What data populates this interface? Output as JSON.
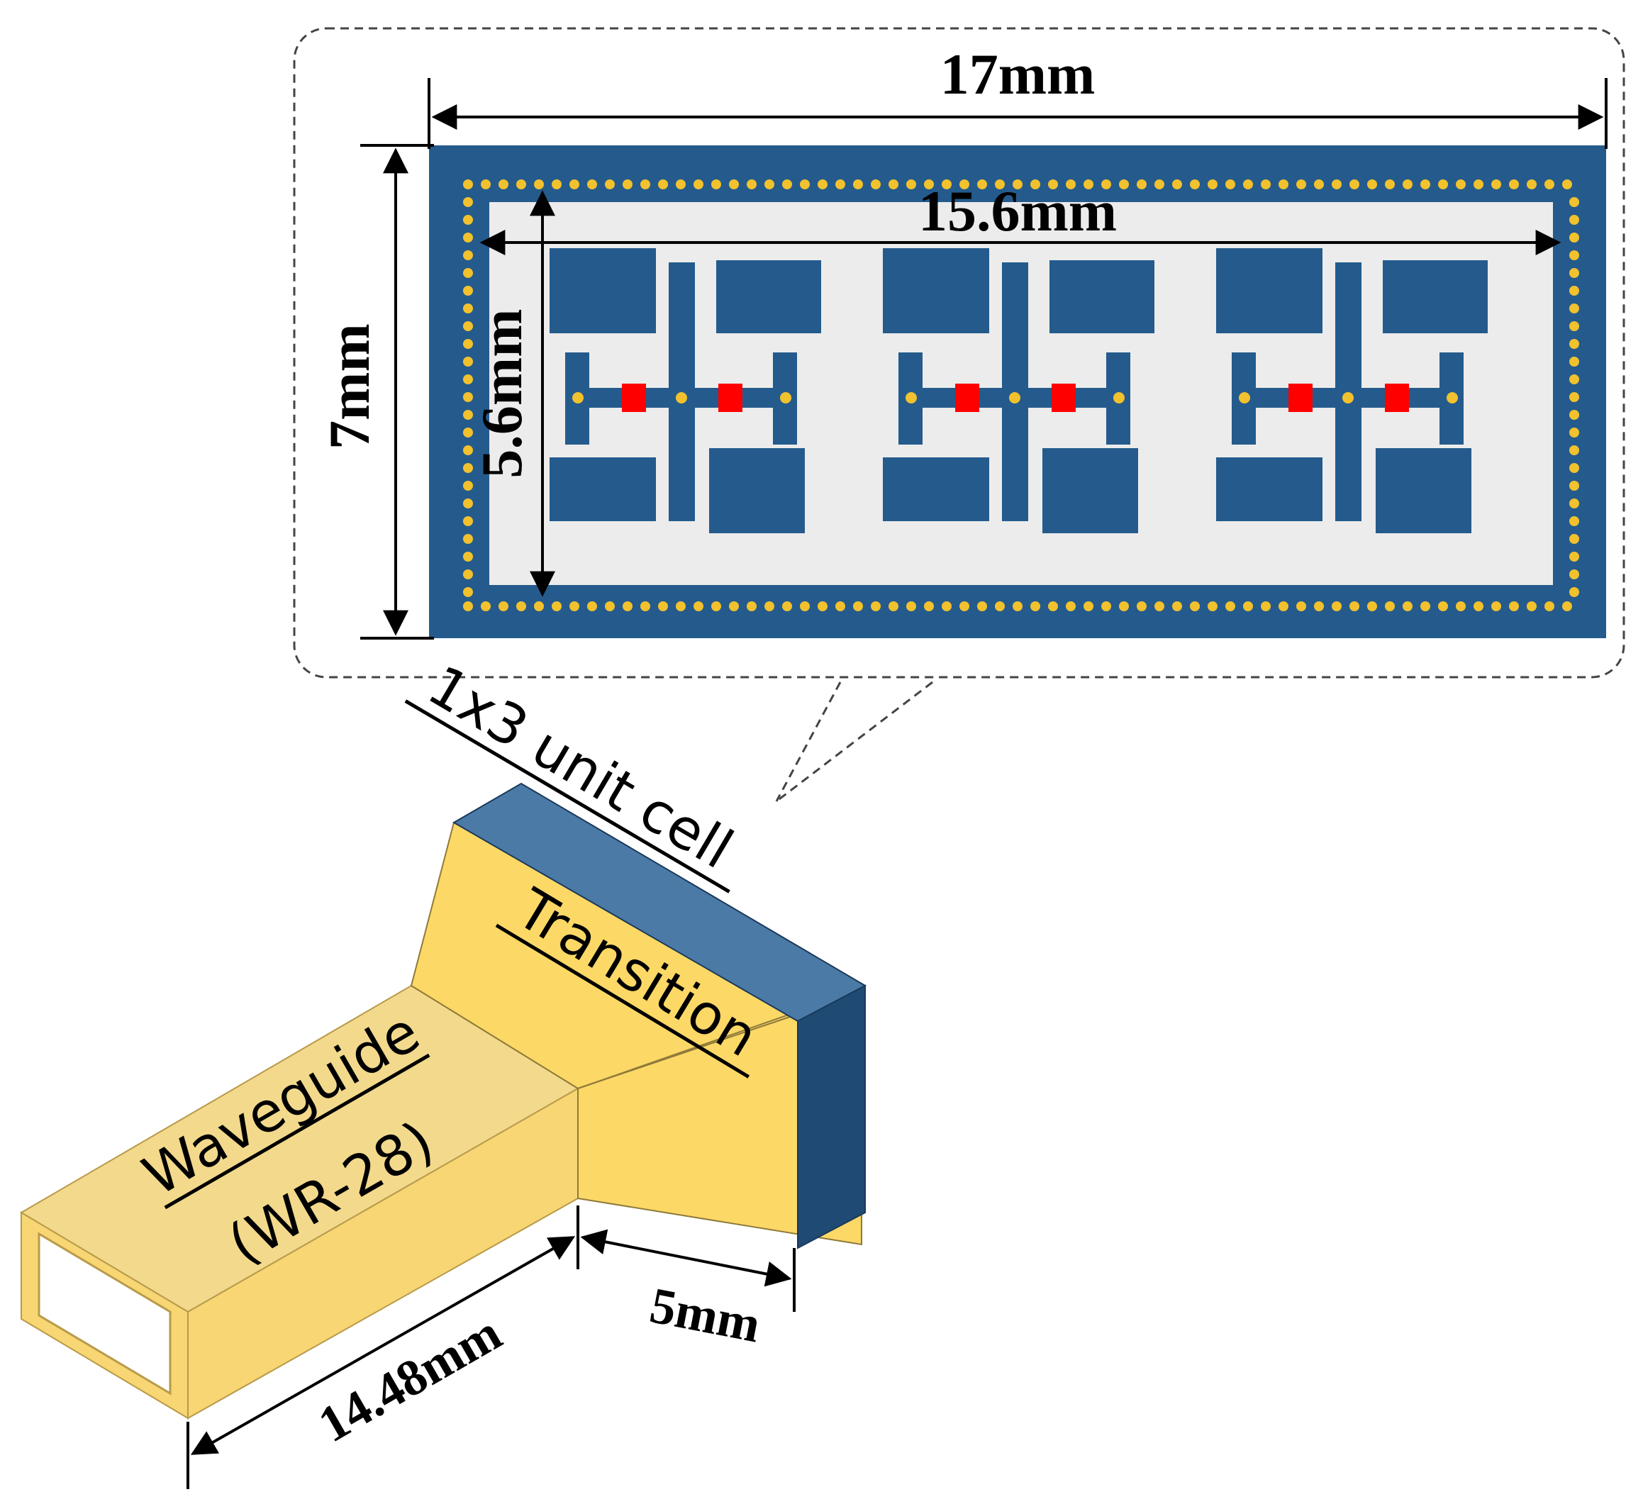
{
  "colors": {
    "substrate": "#245b8c",
    "inner_region": "#ececec",
    "via": "#f2c12e",
    "lumped_element": "#ff0000",
    "waveguide_top": "#f2d98c",
    "waveguide_side": "#f7d673",
    "transition_face": "#fcd866",
    "block_top": "#4b7aa6",
    "block_side": "#1f4a73"
  },
  "inset": {
    "dim_width_outer": "17mm",
    "dim_width_inner": "15.6mm",
    "dim_height_outer": "7mm",
    "dim_height_inner": "5.6mm"
  },
  "model": {
    "label_unit_cell": "1x3 unit cell",
    "label_transition": "Transition",
    "label_waveguide": "Waveguide",
    "label_waveguide_type": "(WR-28)",
    "dim_transition_length": "5mm",
    "dim_waveguide_length": "14.48mm"
  }
}
